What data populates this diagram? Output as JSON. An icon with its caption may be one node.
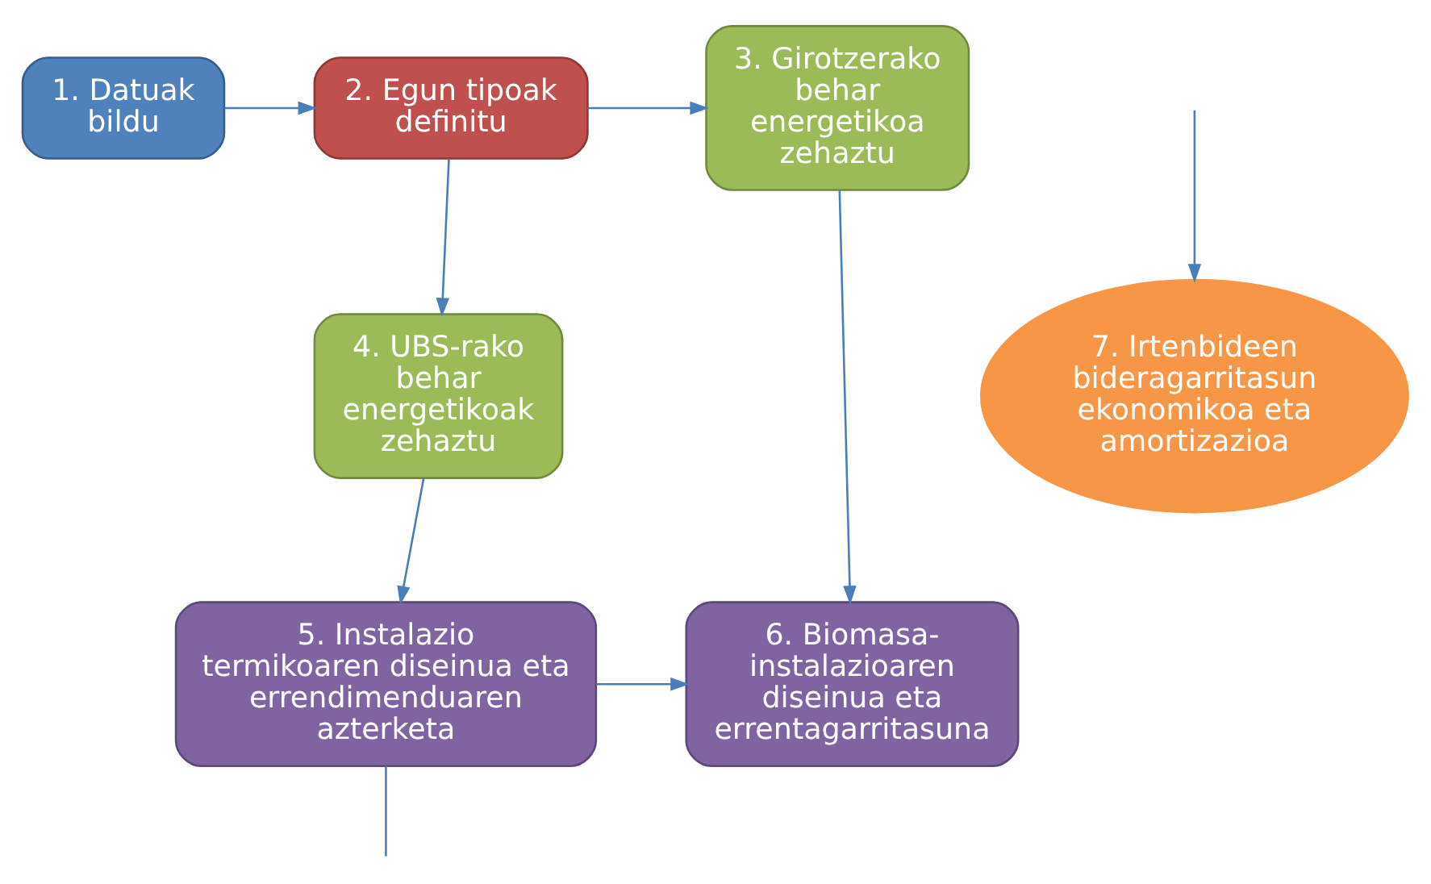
{
  "diagram": {
    "nodes": [
      {
        "text": [
          "1. Datuak bildu"
        ]
      },
      {
        "text": [
          "2. Egun tipoak definitu"
        ]
      },
      {
        "text": [
          "3. Girotzerako behar energetikoa zehaztu"
        ]
      },
      {
        "text": [
          "4. UBS-rako behar energetikoak zehaztu"
        ]
      },
      {
        "text": [
          "5. Instalazio termikoaren diseinua eta errendimenduaren azterketa"
        ]
      },
      {
        "text": [
          "6. Biomasa-instalazioaren diseinua eta errentagarritasuna"
        ]
      },
      {
        "text": [
          "7. Irtenbideen bideragarritasun ekonomikoa eta amortizazioa"
        ]
      }
    ],
    "edges": [
      {
        "from": 0,
        "to": 1,
        "arrow": "to"
      },
      {
        "from": 1,
        "to": 2,
        "arrow": "to"
      },
      {
        "from": 1,
        "to": 3,
        "arrow": "to"
      },
      {
        "from": 2,
        "to": 5,
        "arrow": "to"
      },
      {
        "from": 3,
        "to": 4,
        "arrow": "to"
      },
      {
        "from": 4,
        "to": 5,
        "arrow": "to"
      },
      {
        "from": 4,
        "to": null,
        "arrow": "none"
      },
      {
        "from": null,
        "to": 6,
        "arrow": "to"
      }
    ]
  }
}
